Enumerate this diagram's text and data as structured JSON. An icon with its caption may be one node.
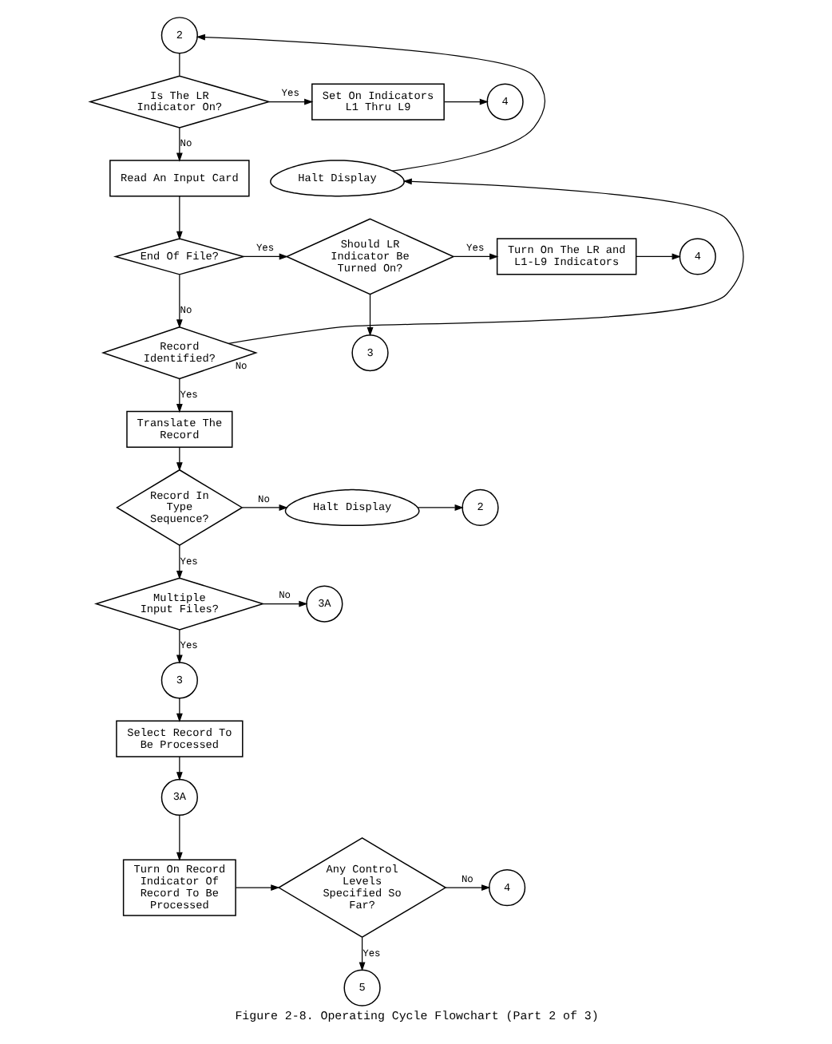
{
  "diagram": {
    "caption": "Figure 2-8. Operating Cycle Flowchart (Part 2 of 3)",
    "nodes": [
      {
        "text": [
          "2"
        ]
      },
      {
        "text": [
          "Is The LR Indicator On?"
        ]
      },
      {
        "text": [
          "Set On Indicators L1 Thru L9"
        ]
      },
      {
        "text": [
          "4"
        ]
      },
      {
        "text": [
          "Halt Display"
        ]
      },
      {
        "text": [
          "Read An Input Card"
        ]
      },
      {
        "text": [
          "Record Identified?"
        ]
      },
      {
        "text": [
          "End Of File?"
        ]
      },
      {
        "text": [
          "Should LR Indicator Be Turned On?"
        ]
      },
      {
        "text": [
          "Turn On The LR and L1-L9 Indicators"
        ]
      },
      {
        "text": [
          "4"
        ]
      },
      {
        "text": [
          "3"
        ]
      },
      {
        "text": [
          "Translate The Record"
        ]
      },
      {
        "text": [
          "Record In Type Sequence?"
        ]
      },
      {
        "text": [
          "Halt Display"
        ]
      },
      {
        "text": [
          "2"
        ]
      },
      {
        "text": [
          "Multiple Input Files?"
        ]
      },
      {
        "text": [
          "3A"
        ]
      },
      {
        "text": [
          "3"
        ]
      },
      {
        "text": [
          "Select Record To Be Processed"
        ]
      },
      {
        "text": [
          "3A"
        ]
      },
      {
        "text": [
          "Turn On Record Indicator Of Record To Be Processed"
        ]
      },
      {
        "text": [
          "Any Control Levels Specified So Far?"
        ]
      },
      {
        "text": [
          "4"
        ]
      },
      {
        "text": [
          "5"
        ]
      }
    ],
    "edges": [
      {
        "from": 0,
        "to": 1,
        "arrow": "none"
      },
      {
        "from": 1,
        "to": 2,
        "label": "Yes",
        "arrow": "to"
      },
      {
        "from": 1,
        "to": 5,
        "label": "No",
        "arrow": "to"
      },
      {
        "from": 2,
        "to": 3,
        "arrow": "to"
      },
      {
        "from": 4,
        "to": 0,
        "arrow": "to"
      },
      {
        "from": 5,
        "to": 7,
        "arrow": "to"
      },
      {
        "from": 6,
        "to": 4,
        "label": "No",
        "arrow": "to"
      },
      {
        "from": 6,
        "to": 12,
        "label": "Yes",
        "arrow": "to"
      },
      {
        "from": 7,
        "to": 6,
        "label": "No",
        "arrow": "to"
      },
      {
        "from": 7,
        "to": 8,
        "label": "Yes",
        "arrow": "to"
      },
      {
        "from": 8,
        "to": 9,
        "label": "Yes",
        "arrow": "to"
      },
      {
        "from": 8,
        "to": 11,
        "arrow": "to"
      },
      {
        "from": 9,
        "to": 10,
        "arrow": "to"
      },
      {
        "from": 12,
        "to": 13,
        "arrow": "to"
      },
      {
        "from": 13,
        "to": 14,
        "label": "No",
        "arrow": "to"
      },
      {
        "from": 13,
        "to": 16,
        "label": "Yes",
        "arrow": "to"
      },
      {
        "from": 14,
        "to": 15,
        "arrow": "to"
      },
      {
        "from": 16,
        "to": 17,
        "label": "No",
        "arrow": "to"
      },
      {
        "from": 16,
        "to": 18,
        "label": "Yes",
        "arrow": "to"
      },
      {
        "from": 18,
        "to": 19,
        "arrow": "to"
      },
      {
        "from": 19,
        "to": 20,
        "arrow": "to"
      },
      {
        "from": 20,
        "to": 21,
        "arrow": "to"
      },
      {
        "from": 21,
        "to": 22,
        "arrow": "to"
      },
      {
        "from": 22,
        "to": 23,
        "label": "No",
        "arrow": "to"
      },
      {
        "from": 22,
        "to": 24,
        "label": "Yes",
        "arrow": "to"
      }
    ]
  }
}
